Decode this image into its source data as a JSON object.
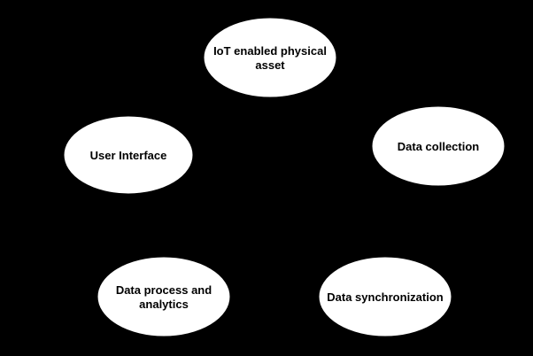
{
  "diagram": {
    "background": "#000000",
    "node_fill": "#ffffff",
    "node_text_color": "#000000",
    "nodes": [
      {
        "id": "iot-asset",
        "lines": [
          "IoT enabled physical",
          "asset"
        ]
      },
      {
        "id": "data-collection",
        "lines": [
          "Data collection"
        ]
      },
      {
        "id": "data-sync",
        "lines": [
          "Data synchronization"
        ]
      },
      {
        "id": "data-process",
        "lines": [
          "Data process and",
          "analytics"
        ]
      },
      {
        "id": "user-interface",
        "lines": [
          "User Interface"
        ]
      }
    ]
  }
}
